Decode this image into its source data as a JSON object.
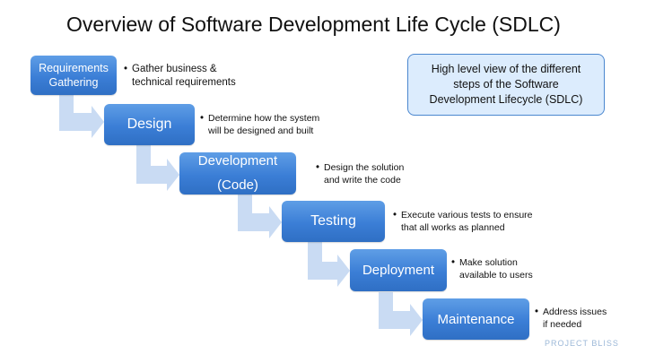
{
  "title": "Overview of Software Development Life Cycle (SDLC)",
  "note": "High level view of the different steps of the Software Development Lifecycle (SDLC)",
  "watermark": "PROJECT BLISS",
  "steps": [
    {
      "line1": "Requirements",
      "line2": "Gathering",
      "desc": "Gather business &\ntechnical requirements"
    },
    {
      "line1": "Design",
      "line2": "",
      "desc": "Determine how the system\nwill be designed and built"
    },
    {
      "line1": "Development",
      "line2": "(Code)",
      "desc": "Design the solution\nand write the code"
    },
    {
      "line1": "Testing",
      "line2": "",
      "desc": "Execute various tests to ensure\nthat all works as planned"
    },
    {
      "line1": "Deployment",
      "line2": "",
      "desc": "Make solution\navailable to users"
    },
    {
      "line1": "Maintenance",
      "line2": "",
      "desc": "Address issues\nif needed"
    }
  ],
  "colors": {
    "step_fill": "#3b7ed6",
    "arrow_fill": "#c9dbf3",
    "note_fill": "#dcecfd",
    "note_border": "#4b87cf"
  }
}
